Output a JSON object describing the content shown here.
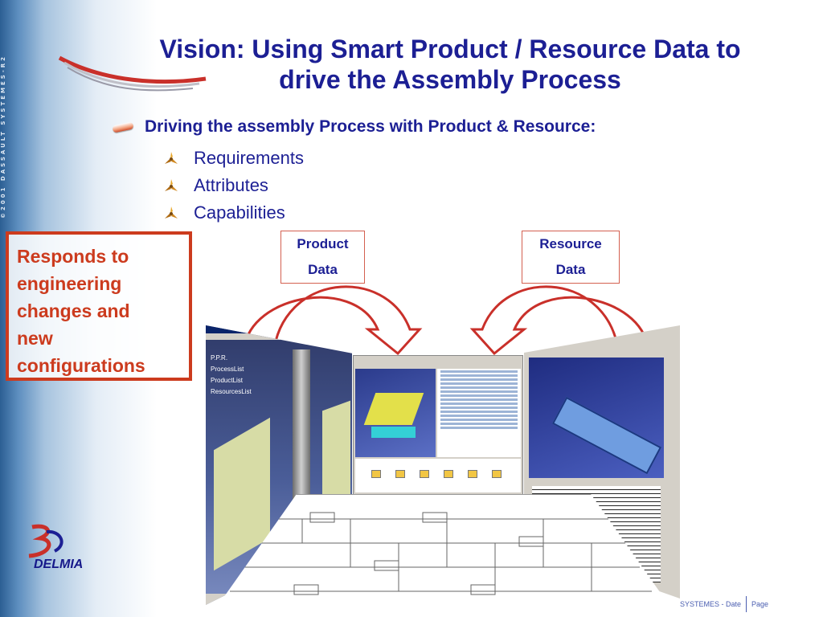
{
  "background": {
    "copyright_text": "©2001 DASSAULT SYSTEMES-R2"
  },
  "title": {
    "line1": "Vision: Using Smart Product  / Resource Data to",
    "line2": "drive the Assembly Process",
    "color": "#1c1f94"
  },
  "main_bullet": {
    "text": "Driving the assembly Process with Product & Resource:"
  },
  "sub_bullets": [
    {
      "text": "Requirements",
      "icon": "tri-bullet-icon"
    },
    {
      "text": "Attributes",
      "icon": "tri-bullet-icon"
    },
    {
      "text": "Capabilities",
      "icon": "tri-bullet-icon"
    }
  ],
  "callout": {
    "lines": [
      "Responds to",
      "engineering",
      "changes and",
      "new",
      "configurations"
    ],
    "color": "#cc3b1e"
  },
  "product_label": {
    "line1": "Product",
    "line2": "Data"
  },
  "resource_label": {
    "line1": "Resource",
    "line2": "Data"
  },
  "screens": {
    "left_tree": [
      "P.P.R.",
      "ProcessList",
      "ProductList",
      "ResourcesList"
    ]
  },
  "logo": {
    "mark": "3DS",
    "brand": "DELMIA"
  },
  "footer": {
    "text": "SYSTEMES - Date",
    "page_label": "Page"
  }
}
